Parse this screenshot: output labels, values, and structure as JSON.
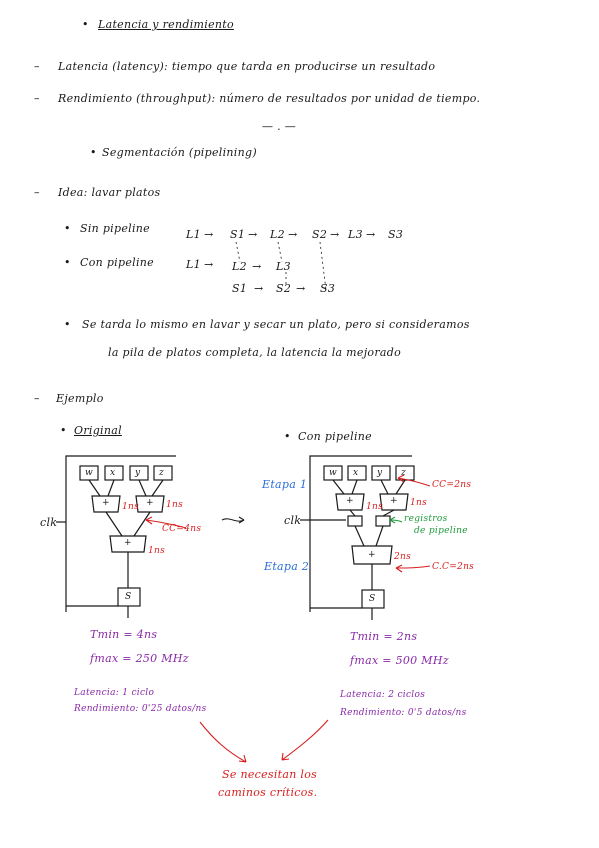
{
  "title": "Latencia y rendimiento",
  "latencia_def": "Latencia (latency): tiempo que tarda en producirse un resultado",
  "rendimiento_def": "Rendimiento (throughput): número de resultados por unidad de tiempo.",
  "separator": "— . —",
  "seg_title": "Segmentación (pipelining)",
  "idea": "Idea: lavar platos",
  "sin_pipeline": "Sin pipeline",
  "con_pipeline_label": "Con pipeline",
  "seq1": [
    "L1",
    "S1",
    "L2",
    "S2",
    "L3",
    "S3"
  ],
  "seq2_top": [
    "L1",
    "L2",
    "L3"
  ],
  "seq2_bot": [
    "S1",
    "S2",
    "S3"
  ],
  "note_line1": "Se tarda lo mismo en lavar y secar un plato, pero si consideramos",
  "note_line2": "la pila de platos completa, la latencia la mejorado",
  "ejemplo": "Ejemplo",
  "original": "Original",
  "con_pipeline": "Con pipeline",
  "left_diagram": {
    "inputs": [
      "w",
      "x",
      "y",
      "z"
    ],
    "op_a": "+",
    "op_b": "+",
    "op_c": "+",
    "ns_a": "1ns",
    "ns_b": "1ns",
    "ns_c": "1ns",
    "cc": "CC=4ns",
    "clk": "clk",
    "out": "S",
    "arrow": "⇝"
  },
  "right_diagram": {
    "inputs": [
      "w",
      "x",
      "y",
      "z"
    ],
    "op_a": "+",
    "op_b": "+",
    "op_c": "+",
    "ns_a": "1ns",
    "ns_b": "1ns",
    "ns_c": "2ns",
    "cc_top": "CC=2ns",
    "cc_bot": "C.C=2ns",
    "etapa1": "Etapa 1",
    "etapa2": "Etapa 2",
    "reg_line1": "registros",
    "reg_line2": "de pipeline",
    "clk": "clk",
    "out": "S"
  },
  "left_stats": {
    "tmin": "Tmin = 4ns",
    "fmax": "fmax = 250 MHz",
    "latencia": "Latencia: 1 ciclo",
    "rendimiento": "Rendimiento: 0'25 datos/ns"
  },
  "right_stats": {
    "tmin": "Tmin = 2ns",
    "fmax": "fmax = 500 MHz",
    "latencia": "Latencia: 2 ciclos",
    "rendimiento": "Rendimiento: 0'5 datos/ns"
  },
  "conclusion_line1": "Se necesitan los",
  "conclusion_line2": "caminos críticos.",
  "colors": {
    "ink": "#1a1a1a",
    "blue": "#2a6fd6",
    "red": "#d81e1e",
    "green": "#1e9a3c",
    "purple": "#8a2aa8"
  }
}
